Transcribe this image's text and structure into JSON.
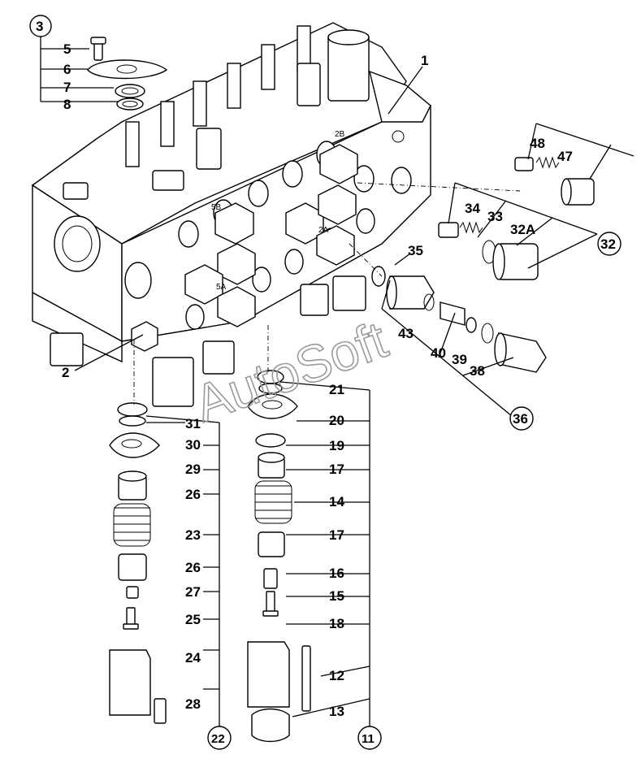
{
  "callouts": {
    "c1": "1",
    "c2": "2",
    "c3": "3",
    "c5": "5",
    "c6": "6",
    "c7": "7",
    "c8": "8",
    "c11": "11",
    "c12": "12",
    "c13": "13",
    "c14": "14",
    "c15": "15",
    "c16": "16",
    "c17a": "17",
    "c17b": "17",
    "c18": "18",
    "c19": "19",
    "c20": "20",
    "c21": "21",
    "c22": "22",
    "c23": "23",
    "c24": "24",
    "c25": "25",
    "c26a": "26",
    "c26b": "26",
    "c27": "27",
    "c28": "28",
    "c29": "29",
    "c30": "30",
    "c31": "31",
    "c32": "32",
    "c32a": "32A",
    "c33": "33",
    "c34": "34",
    "c35": "35",
    "c36": "36",
    "c38": "38",
    "c39": "39",
    "c40": "40",
    "c43": "43",
    "c47": "47",
    "c48": "48"
  },
  "port_marks": {
    "m2b": "2B",
    "m5b": "5B",
    "m2a": "2A",
    "m5a": "5A"
  },
  "watermark": "AutoSoft"
}
